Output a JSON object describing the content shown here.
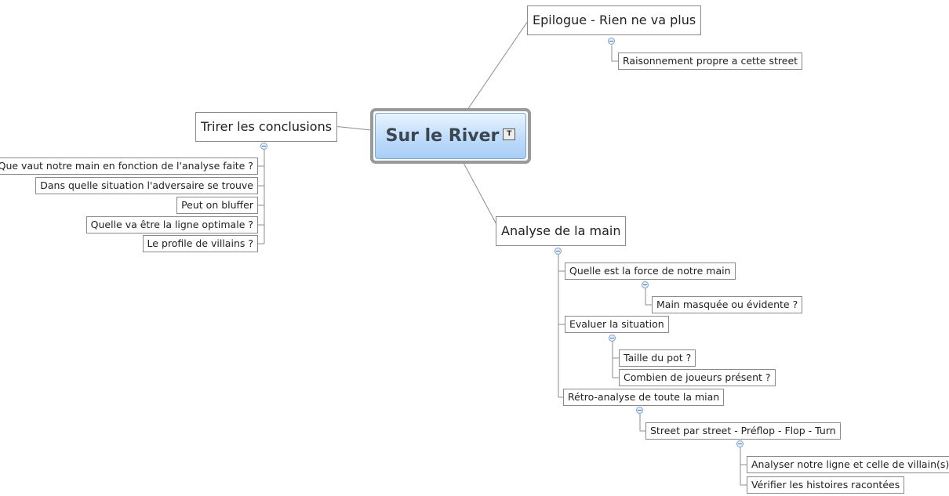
{
  "central": {
    "title": "Sur le River",
    "note_icon": "T"
  },
  "branches": {
    "epilogue": {
      "title": "Epilogue - Rien ne va plus",
      "children": [
        "Raisonnement propre a cette street"
      ]
    },
    "conclusions": {
      "title": "Trirer les conclusions",
      "children": [
        "Que vaut notre main en fonction de l'analyse faite ?",
        "Dans quelle situation l'adversaire se trouve",
        "Peut on bluffer",
        "Quelle va être la ligne optimale ?",
        "Le profile de villains ?"
      ]
    },
    "analyse": {
      "title": "Analyse de la main",
      "force": {
        "title": "Quelle est la force de notre main",
        "children": [
          "Main masquée ou évidente ?"
        ]
      },
      "situation": {
        "title": "Evaluer la situation",
        "children": [
          "Taille du pot ?",
          "Combien de joueurs présent ?"
        ]
      },
      "retro": {
        "title": "Rétro-analyse de toute la mian",
        "street": {
          "title": "Street par street - Préflop - Flop - Turn",
          "children": [
            "Analyser notre ligne et celle de villain(s)",
            "Vérifier les histoires racontées"
          ]
        }
      }
    }
  },
  "colors": {
    "line": "#8c8c8c",
    "border": "#8a8a8a",
    "central_fill": "#bfdcfa",
    "collapse": "#7a9fd0"
  }
}
